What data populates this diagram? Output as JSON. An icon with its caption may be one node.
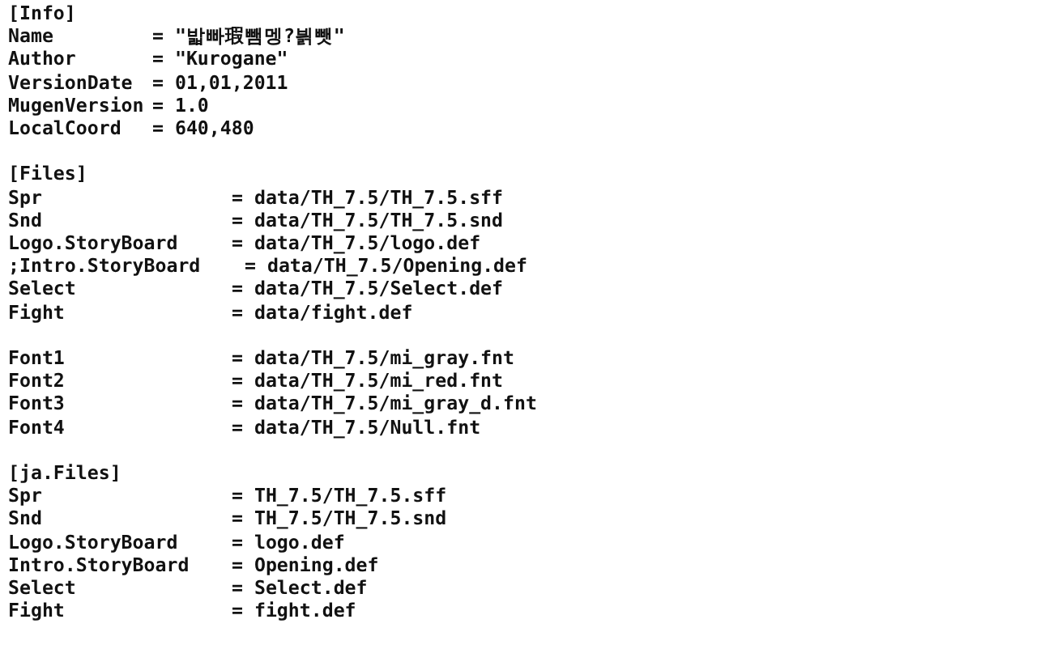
{
  "diagram": {
    "labels": [
      "[Info]",
      "Name",
      "= \"밟빠瑕뺌멩?븱뺏\"",
      "Author",
      "= \"Kurogane\"",
      "VersionDate",
      "= 01,01,2011",
      "MugenVersion",
      "= 1.0",
      "LocalCoord",
      "= 640,480",
      "[Files]",
      "Spr",
      "= data/TH_7.5/TH_7.5.sff",
      "Snd",
      "= data/TH_7.5/TH_7.5.snd",
      "Logo.StoryBoard",
      "= data/TH_7.5/logo.def",
      ";Intro.StoryBoard",
      "= data/TH_7.5/Opening.def",
      "Select",
      "= data/TH_7.5/Select.def",
      "Fight",
      "= data/fight.def",
      "Font1",
      "= data/TH_7.5/mi_gray.fnt",
      "Font2",
      "= data/TH_7.5/mi_red.fnt",
      "Font3",
      "= data/TH_7.5/mi_gray_d.fnt",
      "Font4",
      "= data/TH_7.5/Null.fnt",
      "[ja.Files]",
      "Spr",
      "= TH_7.5/TH_7.5.sff",
      "Snd",
      "= TH_7.5/TH_7.5.snd",
      "Logo.StoryBoard",
      "= logo.def",
      "Intro.StoryBoard",
      "= Opening.def",
      "Select",
      "= Select.def",
      "Fight",
      "= fight.def"
    ]
  }
}
